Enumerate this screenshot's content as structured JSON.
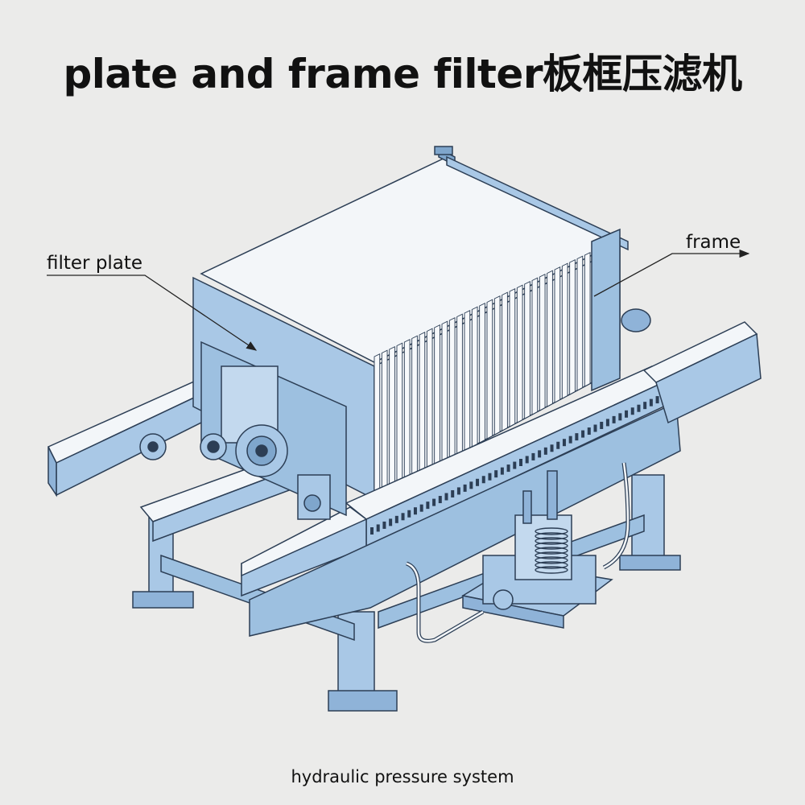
{
  "title": "plate and frame filter板框压滤机",
  "labels": {
    "filter_plate": "filter plate",
    "frame": "frame",
    "hydraulic": "hydraulic pressure system"
  },
  "colors": {
    "steel_blue": "#a9c8e6",
    "steel_blue_dark": "#7fa6cc",
    "outline": "#2c3e55",
    "plate_white": "#f7f9fb",
    "background": "#ebebea"
  },
  "filter_plate_count": 30
}
